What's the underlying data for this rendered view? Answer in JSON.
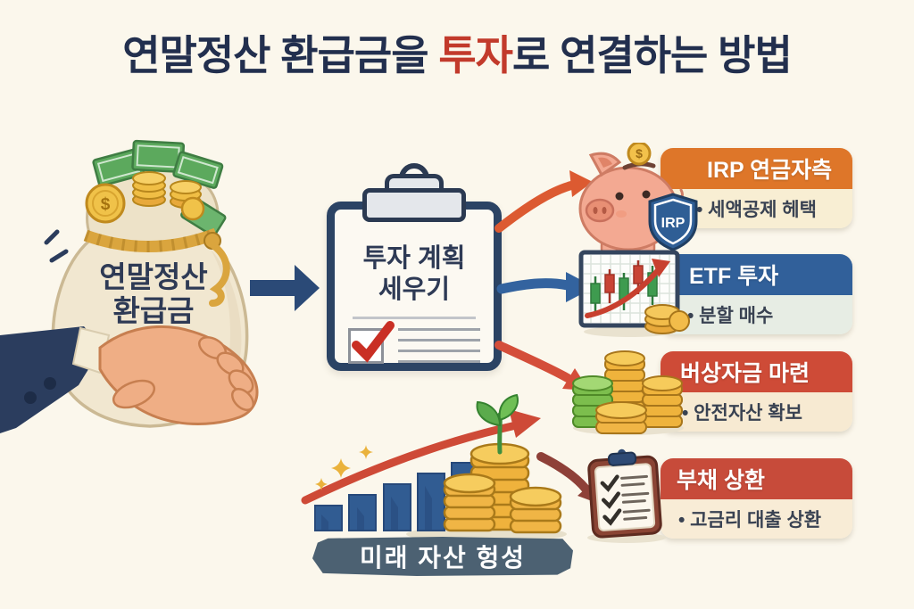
{
  "title": {
    "prefix": "연말정산 환급금을 ",
    "highlight": "투자",
    "suffix": "로 연결하는 방법"
  },
  "money_bag": {
    "label_line1": "연말정산",
    "label_line2": "환급금",
    "coin_symbol": "$"
  },
  "plan": {
    "line1": "투자 계획",
    "line2": "세우기"
  },
  "options": [
    {
      "id": "irp",
      "title": "IRP 연금자측",
      "bullet": "• 세액공제 헤택",
      "badge": "IRP",
      "coin_symbol": "$",
      "header_color": "#DE7629",
      "body_color": "#F8EED3"
    },
    {
      "id": "etf",
      "title": "ETF 투자",
      "bullet": "• 분할 매수",
      "header_color": "#31609A",
      "body_color": "#E7EDE4"
    },
    {
      "id": "emergency",
      "title": "버상자금 마련",
      "bullet": "• 안전자산 확보",
      "header_color": "#CE4B37",
      "body_color": "#F7EAD2"
    },
    {
      "id": "debt",
      "title": "부채 상환",
      "bullet": "• 고금리 대출 상환",
      "header_color": "#C74B3A",
      "body_color": "#F8ECD6"
    }
  ],
  "future": {
    "label": "미래 자산 헝성"
  },
  "colors": {
    "background": "#FBF7EC",
    "title_text": "#222F4E",
    "title_highlight": "#C23A2B",
    "main_arrow": "#2B4A77",
    "arrow_irp": "#DC5A31",
    "arrow_etf": "#33639F",
    "arrow_emergency": "#D44E3A",
    "arrow_debt": "#8E4038",
    "banner": "#4C6172",
    "clipboard_frame": "#2B4364"
  }
}
